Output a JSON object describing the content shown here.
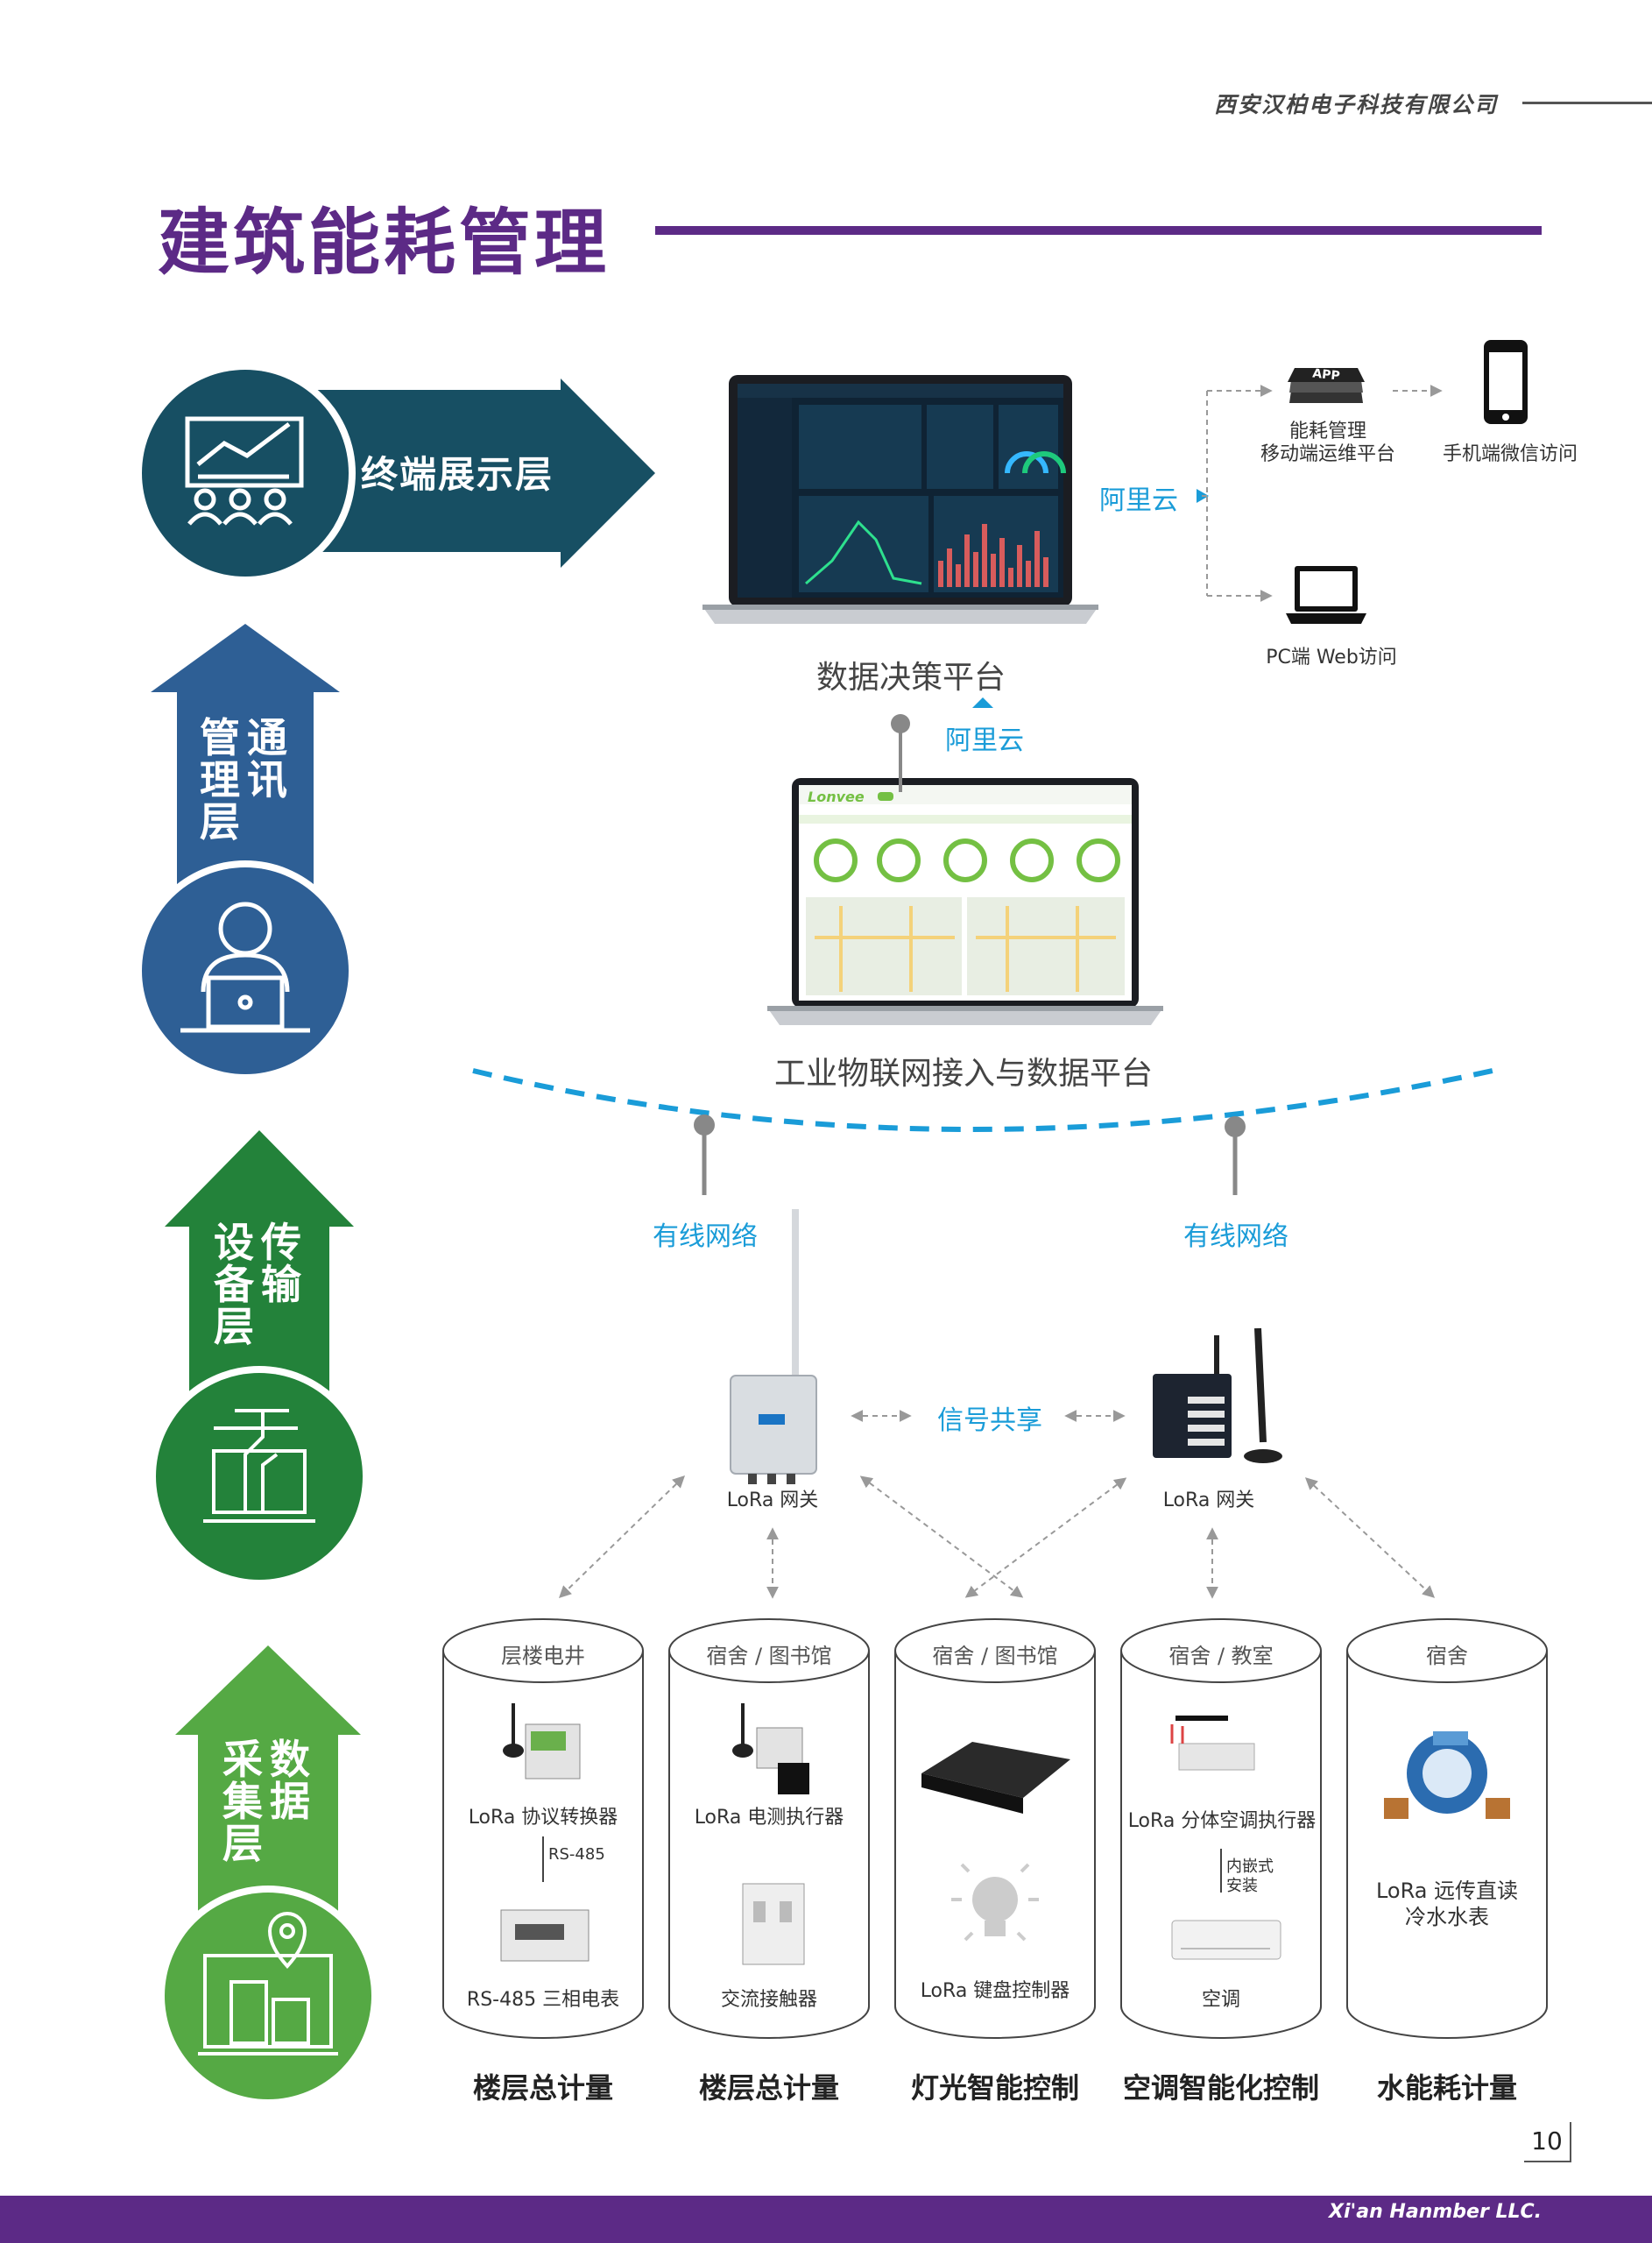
{
  "header": {
    "company": "西安汉柏电子科技有限公司",
    "title": "建筑能耗管理"
  },
  "layers": {
    "terminal": "终端展示层",
    "comm_col1": "通讯",
    "comm_col2": "管理层",
    "trans_col1": "传输",
    "trans_col2": "设备层",
    "data_col1": "数据",
    "data_col2": "采集层"
  },
  "platforms": {
    "decision": "数据决策平台",
    "iot": "工业物联网接入与数据平台",
    "aliyun_right": "阿里云",
    "aliyun_up": "阿里云",
    "app_line1": "能耗管理",
    "app_line2": "移动端运维平台",
    "mobile": "手机端微信访问",
    "pc": "PC端 Web访问",
    "app_badge": "APP",
    "iot_logo": "Lonvee"
  },
  "network": {
    "wired_left": "有线网络",
    "wired_right": "有线网络",
    "signal_share": "信号共享",
    "gateway_left": "LoRa 网关",
    "gateway_right": "LoRa 网关"
  },
  "cylinders": [
    {
      "title": "层楼电井",
      "item1": "LoRa 协议转换器",
      "link": "RS-485",
      "item2": "RS-485 三相电表",
      "bottom": "楼层总计量"
    },
    {
      "title": "宿舍 / 图书馆",
      "item1": "LoRa 电测执行器",
      "item2": "交流接触器",
      "bottom": "楼层总计量"
    },
    {
      "title": "宿舍 / 图书馆",
      "item1": "LoRa 键盘控制器",
      "bottom": "灯光智能控制"
    },
    {
      "title": "宿舍 / 教室",
      "item1": "LoRa 分体空调执行器",
      "link_line1": "内嵌式",
      "link_line2": "安装",
      "item2": "空调",
      "bottom": "空调智能化控制"
    },
    {
      "title": "宿舍",
      "item1_line1": "LoRa 远传直读",
      "item1_line2": "冷水水表",
      "bottom": "水能耗计量"
    }
  ],
  "footer": {
    "page": "10",
    "brand": "Xi'an Hanmber LLC."
  },
  "colors": {
    "purple": "#5c2a86",
    "teal": "#174f63",
    "blue": "#2e5f95",
    "green_dark": "#23823a",
    "green_light": "#55a944",
    "cyan": "#1a9cd8"
  }
}
